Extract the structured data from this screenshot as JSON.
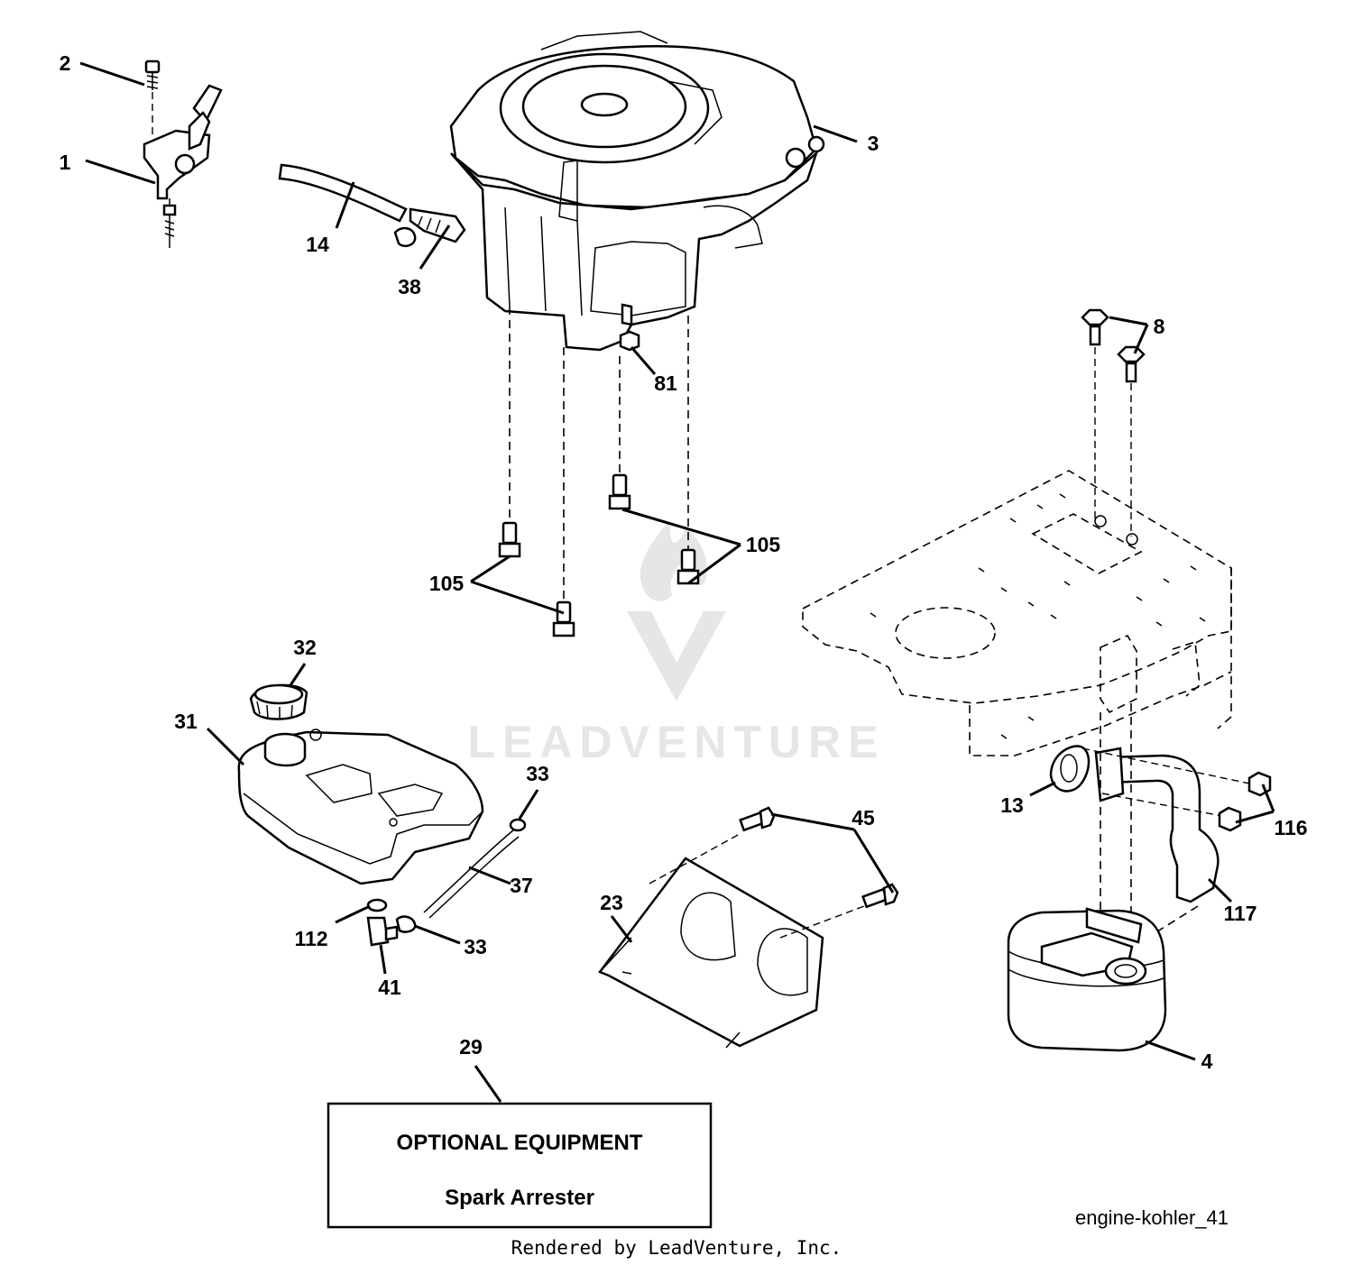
{
  "watermark": {
    "brand_text": "LEADVENTURE"
  },
  "callouts": [
    {
      "id": "c1",
      "label": "1"
    },
    {
      "id": "c2",
      "label": "2"
    },
    {
      "id": "c3",
      "label": "3"
    },
    {
      "id": "c4",
      "label": "4"
    },
    {
      "id": "c8",
      "label": "8"
    },
    {
      "id": "c13",
      "label": "13"
    },
    {
      "id": "c14",
      "label": "14"
    },
    {
      "id": "c23",
      "label": "23"
    },
    {
      "id": "c29",
      "label": "29"
    },
    {
      "id": "c31",
      "label": "31"
    },
    {
      "id": "c32",
      "label": "32"
    },
    {
      "id": "c33a",
      "label": "33"
    },
    {
      "id": "c33b",
      "label": "33"
    },
    {
      "id": "c37",
      "label": "37"
    },
    {
      "id": "c38",
      "label": "38"
    },
    {
      "id": "c41",
      "label": "41"
    },
    {
      "id": "c45",
      "label": "45"
    },
    {
      "id": "c81",
      "label": "81"
    },
    {
      "id": "c105a",
      "label": "105"
    },
    {
      "id": "c105b",
      "label": "105"
    },
    {
      "id": "c112",
      "label": "112"
    },
    {
      "id": "c116",
      "label": "116"
    },
    {
      "id": "c117",
      "label": "117"
    }
  ],
  "optional_box": {
    "title": "OPTIONAL EQUIPMENT",
    "subtitle": "Spark Arrester"
  },
  "diagram_id": "engine-kohler_41",
  "credit": "Rendered by LeadVenture, Inc."
}
